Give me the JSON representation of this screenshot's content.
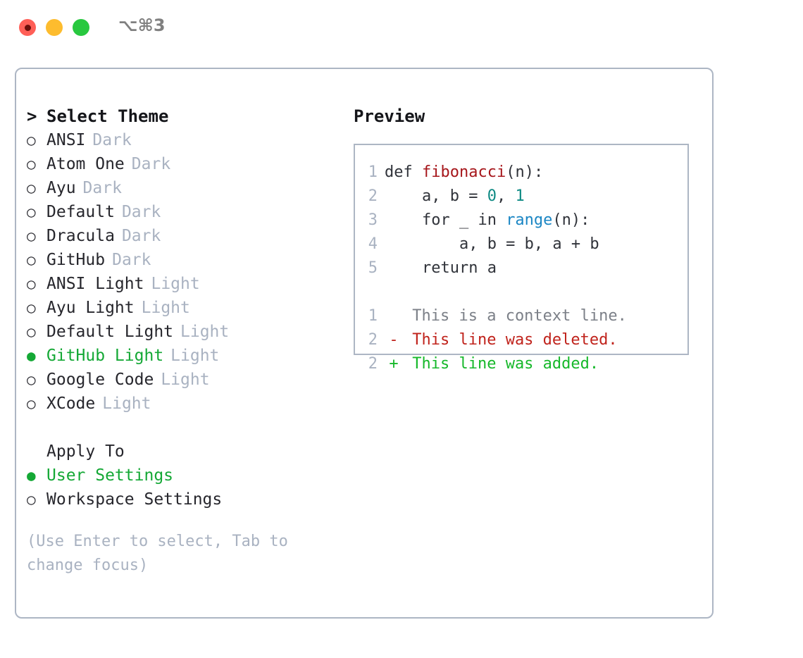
{
  "titlebar": {
    "shortcut": "⌥⌘3",
    "buttons": [
      {
        "name": "close",
        "color": "#ff5f57"
      },
      {
        "name": "minimize",
        "color": "#fdbc2e"
      },
      {
        "name": "maximize",
        "color": "#28c83f"
      }
    ]
  },
  "theme_list": {
    "header": "Select Theme",
    "caret": ">",
    "bullet_selected": "●",
    "bullet_unselected": "○",
    "items": [
      {
        "label": "ANSI",
        "badge": "Dark",
        "selected": false
      },
      {
        "label": "Atom One",
        "badge": "Dark",
        "selected": false
      },
      {
        "label": "Ayu",
        "badge": "Dark",
        "selected": false
      },
      {
        "label": "Default",
        "badge": "Dark",
        "selected": false
      },
      {
        "label": "Dracula",
        "badge": "Dark",
        "selected": false
      },
      {
        "label": "GitHub",
        "badge": "Dark",
        "selected": false
      },
      {
        "label": "ANSI Light",
        "badge": "Light",
        "selected": false
      },
      {
        "label": "Ayu Light",
        "badge": "Light",
        "selected": false
      },
      {
        "label": "Default Light",
        "badge": "Light",
        "selected": false
      },
      {
        "label": "GitHub Light",
        "badge": "Light",
        "selected": true
      },
      {
        "label": "Google Code",
        "badge": "Light",
        "selected": false
      },
      {
        "label": "XCode",
        "badge": "Light",
        "selected": false
      }
    ]
  },
  "apply_to": {
    "header": "Apply To",
    "options": [
      {
        "label": "User Settings",
        "selected": true
      },
      {
        "label": "Workspace Settings",
        "selected": false
      }
    ]
  },
  "hint": "(Use Enter to select, Tab to change focus)",
  "preview": {
    "title": "Preview",
    "code_lines": [
      {
        "num": "1",
        "tokens": [
          {
            "t": "def ",
            "c": "plain"
          },
          {
            "t": "fibonacci",
            "c": "fn"
          },
          {
            "t": "(n):",
            "c": "plain"
          }
        ]
      },
      {
        "num": "2",
        "tokens": [
          {
            "t": "    a, b = ",
            "c": "plain"
          },
          {
            "t": "0",
            "c": "num"
          },
          {
            "t": ", ",
            "c": "plain"
          },
          {
            "t": "1",
            "c": "num"
          }
        ]
      },
      {
        "num": "3",
        "tokens": [
          {
            "t": "    for _ in ",
            "c": "plain"
          },
          {
            "t": "range",
            "c": "call"
          },
          {
            "t": "(n):",
            "c": "plain"
          }
        ]
      },
      {
        "num": "4",
        "tokens": [
          {
            "t": "        a, b = b, a + b",
            "c": "plain"
          }
        ]
      },
      {
        "num": "5",
        "tokens": [
          {
            "t": "    return a",
            "c": "plain"
          }
        ]
      }
    ],
    "diff_lines": [
      {
        "num": "1",
        "marker": " ",
        "text": " This is a context line.",
        "kind": "ctx"
      },
      {
        "num": "2",
        "marker": "-",
        "text": " This line was deleted.",
        "kind": "del"
      },
      {
        "num": "2",
        "marker": "+",
        "text": " This line was added.",
        "kind": "add"
      }
    ]
  },
  "colors": {
    "accent_green": "#14a835",
    "muted": "#a9b2c1",
    "border": "#adb6c4",
    "diff_add": "#16b82a",
    "diff_del": "#c0231c",
    "token_fn": "#a6161b",
    "token_num": "#0f8a84",
    "token_call": "#1b86c4"
  }
}
